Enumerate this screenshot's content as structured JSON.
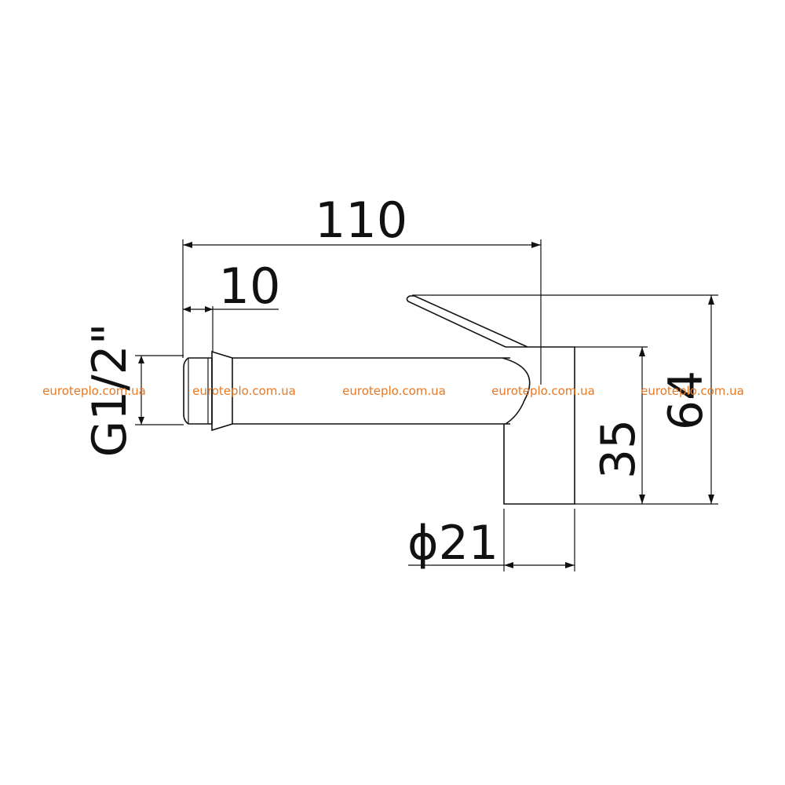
{
  "drawing": {
    "dimensions": {
      "overall_length": "110",
      "thread_length": "10",
      "thread_size": "G1/2\"",
      "body_height": "35",
      "total_height": "64",
      "diameter": "ϕ21"
    },
    "watermarks": [
      "euroteplo.com.ua",
      "euroteplo.com.ua",
      "euroteplo.com.ua",
      "euroteplo.com.ua",
      "euroteplo.com.ua"
    ],
    "colors": {
      "line": "#111111",
      "watermark": "#e87722",
      "background": "#ffffff"
    }
  }
}
